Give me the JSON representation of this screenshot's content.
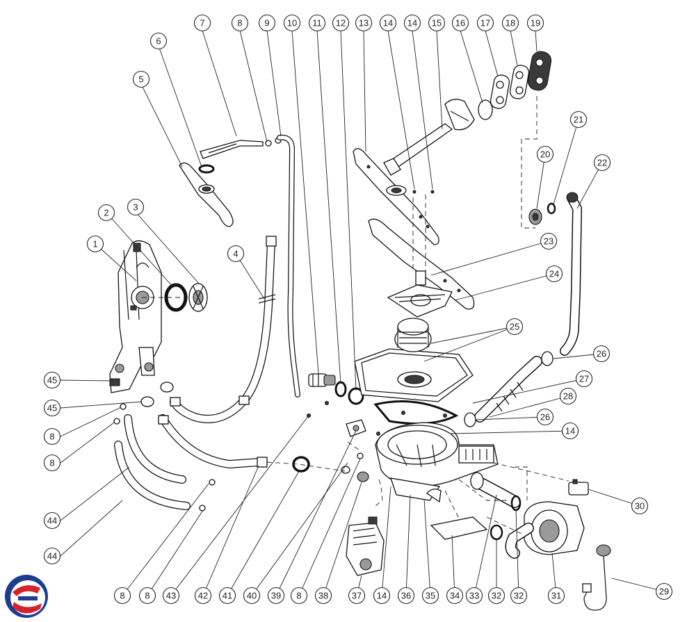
{
  "diagram": {
    "callouts": [
      {
        "label": "1"
      },
      {
        "label": "2"
      },
      {
        "label": "3"
      },
      {
        "label": "4"
      },
      {
        "label": "5"
      },
      {
        "label": "6"
      },
      {
        "label": "7"
      },
      {
        "label": "8"
      },
      {
        "label": "9"
      },
      {
        "label": "10"
      },
      {
        "label": "11"
      },
      {
        "label": "12"
      },
      {
        "label": "13"
      },
      {
        "label": "14"
      },
      {
        "label": "14"
      },
      {
        "label": "15"
      },
      {
        "label": "16"
      },
      {
        "label": "17"
      },
      {
        "label": "18"
      },
      {
        "label": "19"
      },
      {
        "label": "20"
      },
      {
        "label": "21"
      },
      {
        "label": "22"
      },
      {
        "label": "23"
      },
      {
        "label": "24"
      },
      {
        "label": "25"
      },
      {
        "label": "26"
      },
      {
        "label": "27"
      },
      {
        "label": "28"
      },
      {
        "label": "26"
      },
      {
        "label": "14"
      },
      {
        "label": "30"
      },
      {
        "label": "29"
      },
      {
        "label": "45"
      },
      {
        "label": "45"
      },
      {
        "label": "8"
      },
      {
        "label": "8"
      },
      {
        "label": "44"
      },
      {
        "label": "44"
      },
      {
        "label": "8"
      },
      {
        "label": "8"
      },
      {
        "label": "43"
      },
      {
        "label": "42"
      },
      {
        "label": "41"
      },
      {
        "label": "40"
      },
      {
        "label": "39"
      },
      {
        "label": "8"
      },
      {
        "label": "38"
      },
      {
        "label": "37"
      },
      {
        "label": "14"
      },
      {
        "label": "36"
      },
      {
        "label": "35"
      },
      {
        "label": "34"
      },
      {
        "label": "33"
      },
      {
        "label": "32"
      },
      {
        "label": "32"
      },
      {
        "label": "31"
      }
    ],
    "logo": {
      "name": "brand-logo",
      "colors": [
        "#1d3c8f",
        "#d4232b"
      ]
    }
  }
}
